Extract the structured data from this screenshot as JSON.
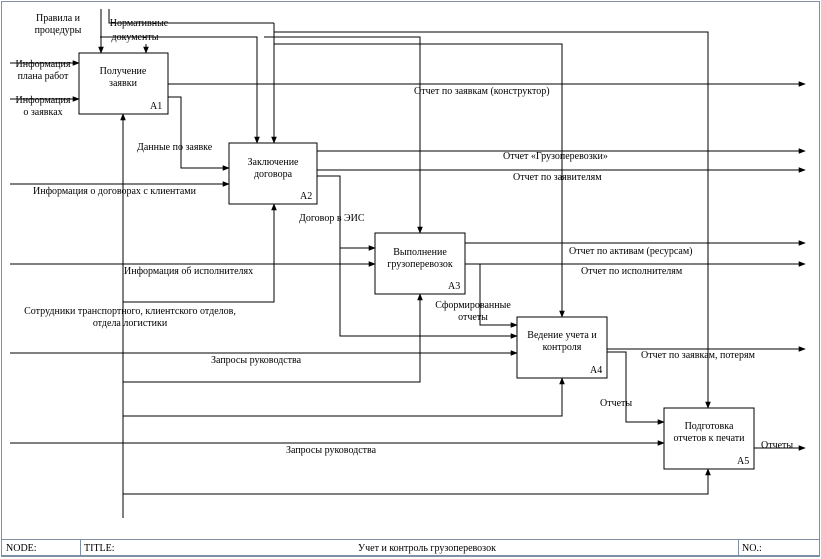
{
  "boxes": [
    {
      "id": "a1",
      "title_lines": [
        "Получение",
        "заявки"
      ],
      "code": "A1"
    },
    {
      "id": "a2",
      "title_lines": [
        "Заключение",
        "договора"
      ],
      "code": "A2"
    },
    {
      "id": "a3",
      "title_lines": [
        "Выполнение",
        "грузоперевозок"
      ],
      "code": "A3"
    },
    {
      "id": "a4",
      "title_lines": [
        "Ведение учета и",
        "контроля"
      ],
      "code": "A4"
    },
    {
      "id": "a5",
      "title_lines": [
        "Подготовка",
        "отчетов к печати"
      ],
      "code": "A5"
    }
  ],
  "labels": {
    "rules": [
      "Правила и",
      "процедуры"
    ],
    "norms": [
      "Нормативные",
      "документы"
    ],
    "info_plan": [
      "Информация",
      "плана работ"
    ],
    "info_orders": [
      "Информация",
      "о заявках"
    ],
    "report_constructor": "Отчет по заявкам (конструктор)",
    "order_data": "Данные по заявке",
    "report_gruz": "Отчет «Грузоперевозки»",
    "report_applicants": "Отчет по заявителям",
    "contracts_info": "Информация о договорах с клиентами",
    "contract_eis": "Договор в ЭИС",
    "report_assets": "Отчет по активам (ресурсам)",
    "executors_info": "Информация об исполнителях",
    "report_executors": "Отчет по исполнителям",
    "staff": [
      "Сотрудники транспортного, клиентского отделов,",
      "отдела логистики"
    ],
    "formed_reports": [
      "Сформированные",
      "отчеты"
    ],
    "mgmt_requests_1": "Запросы руководства",
    "report_losses": "Отчет по заявкам, потерям",
    "reports": "Отчеты",
    "mgmt_requests_2": "Запросы руководства",
    "reports_out": "Отчеты"
  },
  "footer": {
    "node_label": "NODE:",
    "title_label": "TITLE:",
    "title": "Учет и контроль грузоперевозок",
    "no_label": "NO.:"
  }
}
